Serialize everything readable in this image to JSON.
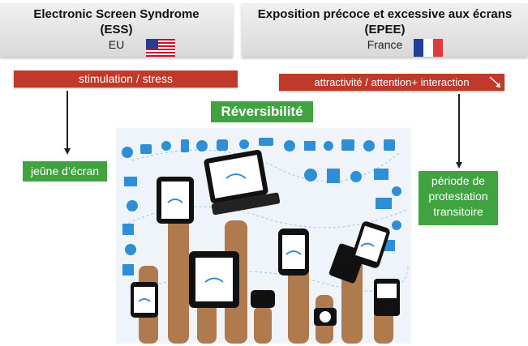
{
  "left": {
    "title_line1": "Electronic Screen Syndrome",
    "title_line2": "(ESS)",
    "region": "EU",
    "flag": "usa-flag-icon",
    "bar_label": "stimulation / stress",
    "box_label": "jeûne d’écran"
  },
  "right": {
    "title_line1": "Exposition précoce et excessive aux écrans",
    "title_line2": "(EPEE)",
    "region": "France",
    "flag": "france-flag-icon",
    "bar_label": "attractivité / attention+ interaction",
    "box_line1": "période de",
    "box_line2": "protestation",
    "box_line3": "transitoire"
  },
  "center": {
    "label": "Réversibilité"
  },
  "colors": {
    "red_bar": "#c0392b",
    "green_box": "#3fa33f",
    "icon_blue": "#2e8fd6",
    "hand_skin": "#b07a4f"
  },
  "illustration": "hands-holding-devices-with-social-icons"
}
